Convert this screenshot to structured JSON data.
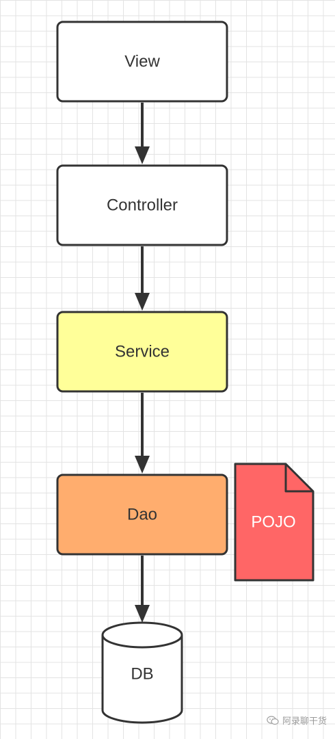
{
  "nodes": {
    "view": {
      "label": "View",
      "fill": "#ffffff"
    },
    "controller": {
      "label": "Controller",
      "fill": "#ffffff"
    },
    "service": {
      "label": "Service",
      "fill": "#ffff99"
    },
    "dao": {
      "label": "Dao",
      "fill": "#ffad6e"
    },
    "db": {
      "label": "DB",
      "fill": "#ffffff"
    },
    "pojo": {
      "label": "POJO",
      "fill": "#ff6666"
    }
  },
  "edges": [
    {
      "from": "view",
      "to": "controller"
    },
    {
      "from": "controller",
      "to": "service"
    },
    {
      "from": "service",
      "to": "dao"
    },
    {
      "from": "dao",
      "to": "db"
    }
  ],
  "colors": {
    "stroke": "#333333",
    "grid": "#e3e3e3"
  },
  "watermark": {
    "text": "阿录聊干货",
    "icon": "wechat-official-account-icon"
  }
}
